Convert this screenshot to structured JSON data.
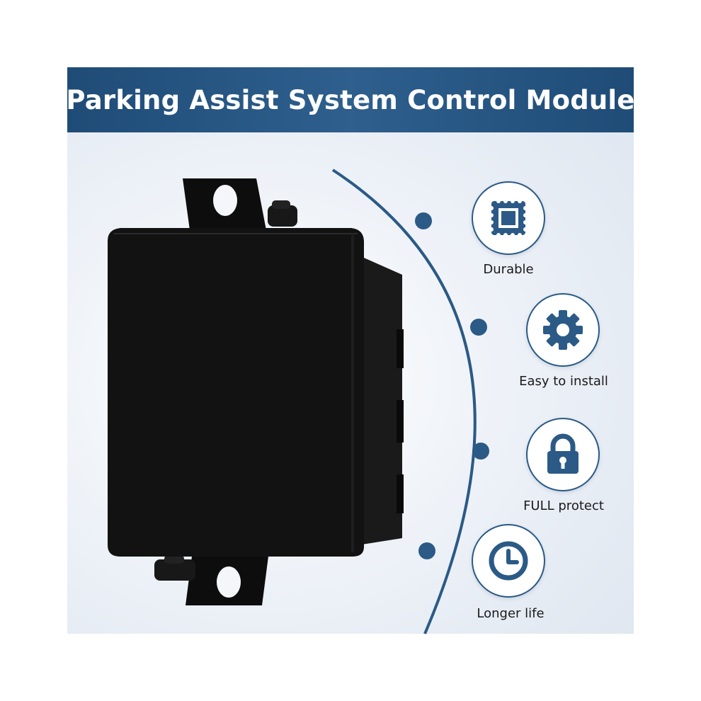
{
  "banner": {
    "title": "Parking Assist System Control Module"
  },
  "product": {
    "name": "parking-assist-control-module"
  },
  "features": [
    {
      "icon": "chip-icon",
      "label": "Durable"
    },
    {
      "icon": "gear-icon",
      "label": "Easy to install"
    },
    {
      "icon": "lock-icon",
      "label": "FULL protect"
    },
    {
      "icon": "clock-icon",
      "label": "Longer life"
    }
  ],
  "colors": {
    "accent": "#2b5a86",
    "banner": "#24527e",
    "product": "#111111"
  }
}
